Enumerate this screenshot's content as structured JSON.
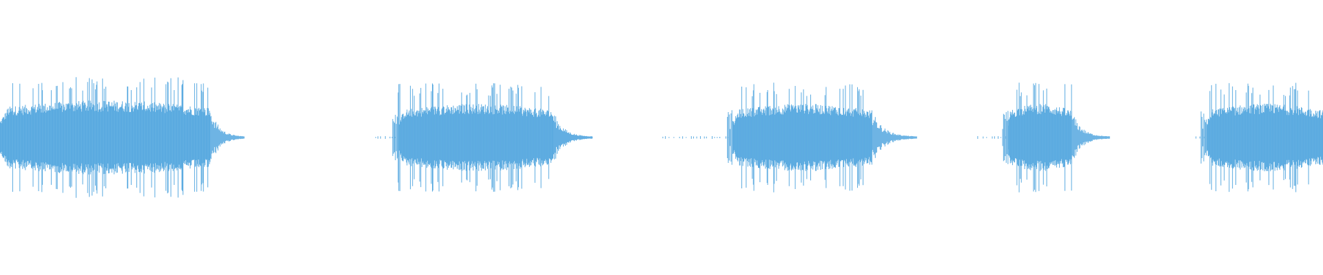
{
  "waveform": {
    "color": "#5aaae0",
    "background": "#ffffff",
    "bursts": [
      {
        "start": 0.0,
        "end": 0.159,
        "amplitude": 0.44,
        "tail_end": 0.185,
        "pre_noise_start": 0.0
      },
      {
        "start": 0.301,
        "end": 0.418,
        "amplitude": 0.4,
        "tail_end": 0.448,
        "pre_noise_start": 0.284
      },
      {
        "start": 0.554,
        "end": 0.659,
        "amplitude": 0.4,
        "tail_end": 0.693,
        "pre_noise_start": 0.501
      },
      {
        "start": 0.762,
        "end": 0.81,
        "amplitude": 0.4,
        "tail_end": 0.839,
        "pre_noise_start": 0.739
      },
      {
        "start": 0.912,
        "end": 1.0,
        "amplitude": 0.4,
        "tail_end": 1.0,
        "pre_noise_start": 0.904
      }
    ]
  }
}
